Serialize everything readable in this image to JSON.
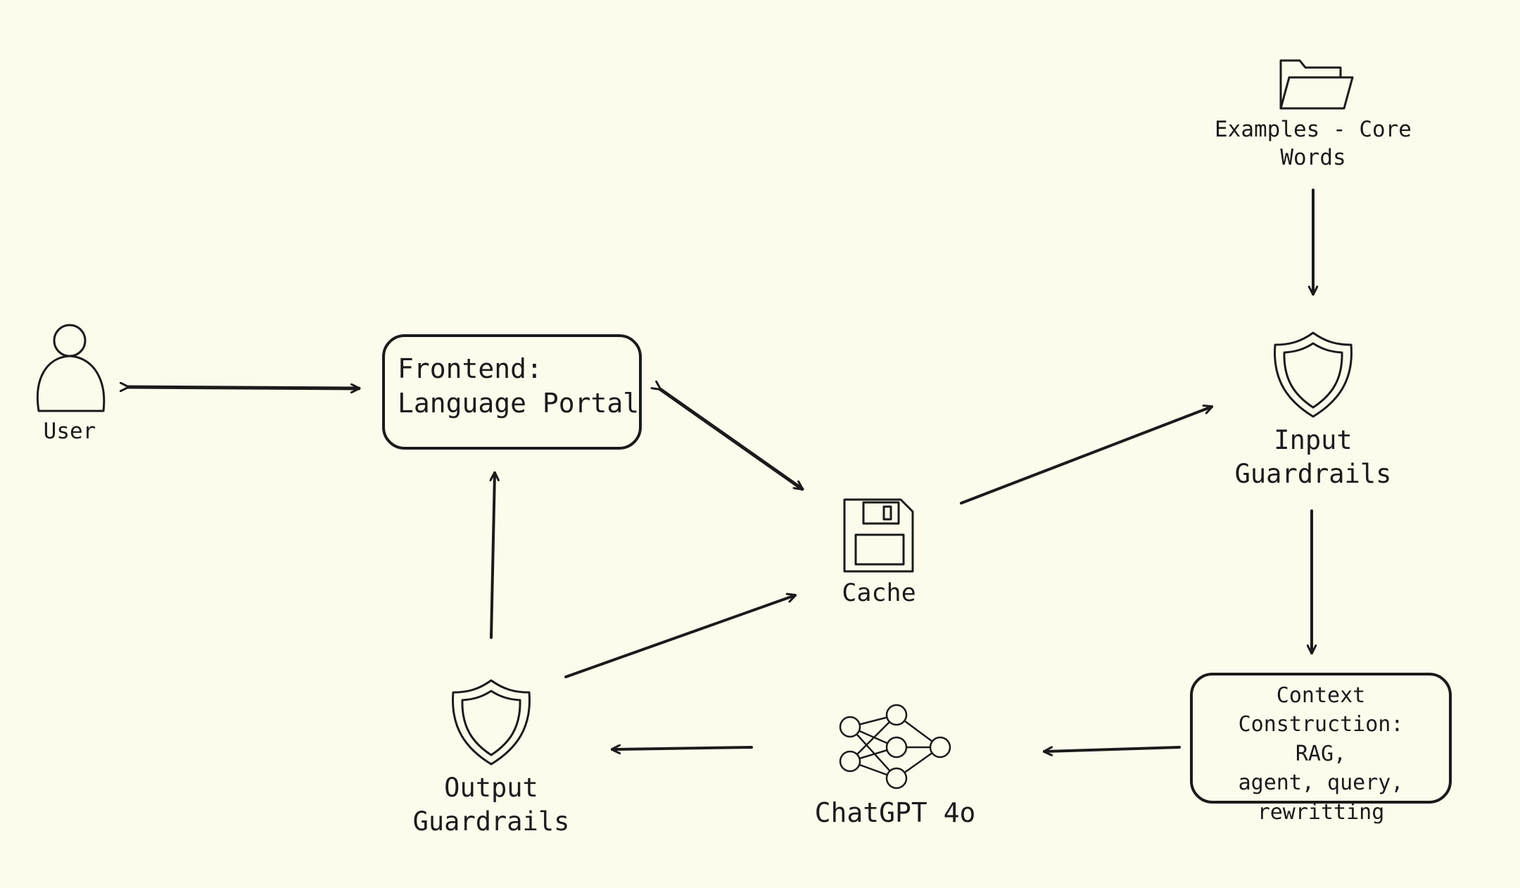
{
  "colors": {
    "background": "#fdfcec",
    "ink": "#1b1b1b"
  },
  "nodes": {
    "user": {
      "label": "User",
      "icon": "user-icon"
    },
    "frontend": {
      "label": "Frontend:\nLanguage Portal"
    },
    "cache": {
      "label": "Cache",
      "icon": "floppy-disk-icon"
    },
    "examples": {
      "label": "Examples - Core\nWords",
      "icon": "folder-icon"
    },
    "input_guardrails": {
      "label": "Input\nGuardrails",
      "icon": "shield-icon"
    },
    "context": {
      "label": "Context\nConstruction: RAG,\nagent, query,\nrewritting"
    },
    "chatgpt": {
      "label": "ChatGPT 4o",
      "icon": "neural-network-icon"
    },
    "output_guardrails": {
      "label": "Output\nGuardrails",
      "icon": "shield-icon"
    }
  }
}
